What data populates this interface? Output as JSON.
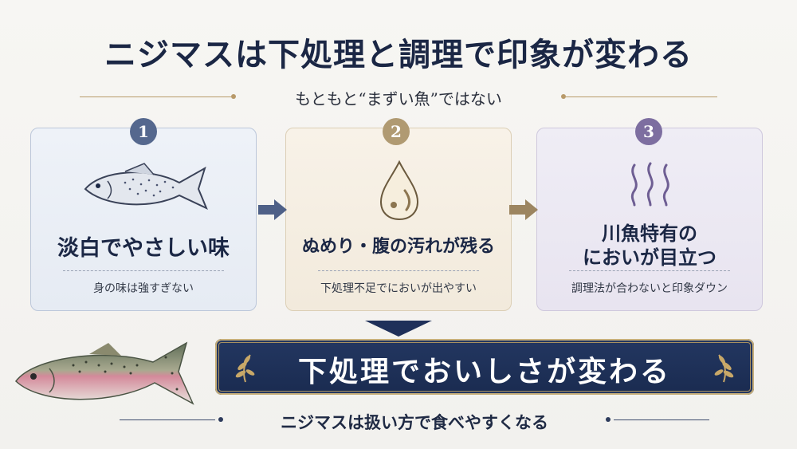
{
  "title": "ニジマスは下処理と調理で印象が変わる",
  "subtitle": "もともと“まずい魚”ではない",
  "cards": [
    {
      "number": "1",
      "heading": "淡白でやさしい味",
      "note": "身の味は強すぎない",
      "icon": "fish-icon"
    },
    {
      "number": "2",
      "heading": "ぬめり・腹の汚れが残る",
      "note": "下処理不足でにおいが出やすい",
      "icon": "droplet-icon"
    },
    {
      "number": "3",
      "heading_line1": "川魚特有の",
      "heading_line2": "においが目立つ",
      "note": "調理法が合わないと印象ダウン",
      "icon": "odor-waves-icon"
    }
  ],
  "banner": "下処理でおいしさが変わる",
  "footer": "ニジマスは扱い方で食べやすくなる",
  "colors": {
    "navy": "#1b2745",
    "gold": "#b89a6a",
    "purple": "#7d6ea0",
    "blue": "#55688e"
  }
}
